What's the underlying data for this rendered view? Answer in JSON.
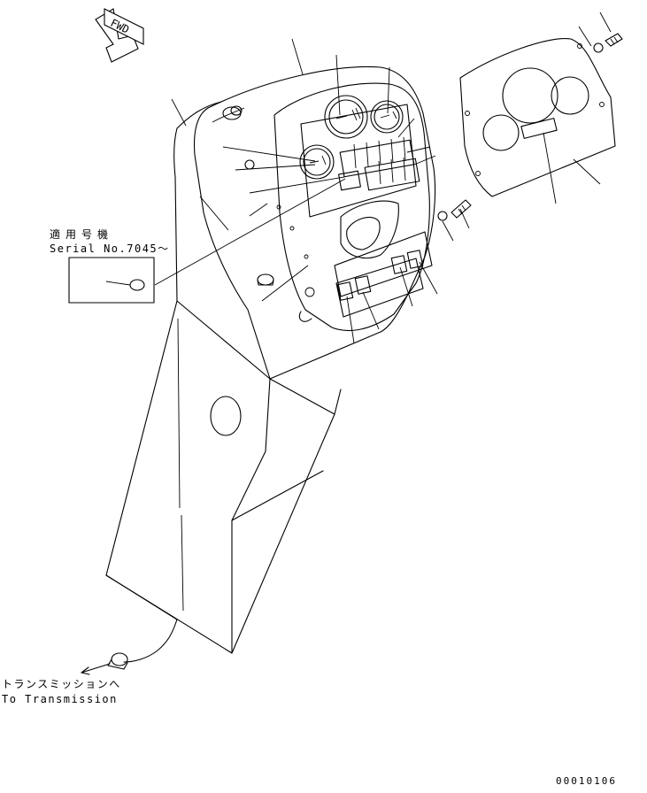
{
  "fwd_label": "FWD",
  "serial_note": {
    "line1": "適用号機",
    "line2": "Serial No.7045～"
  },
  "transmission_note": {
    "line1": "トランスミッションへ",
    "line2": "To Transmission"
  },
  "drawing_number": "00010106"
}
